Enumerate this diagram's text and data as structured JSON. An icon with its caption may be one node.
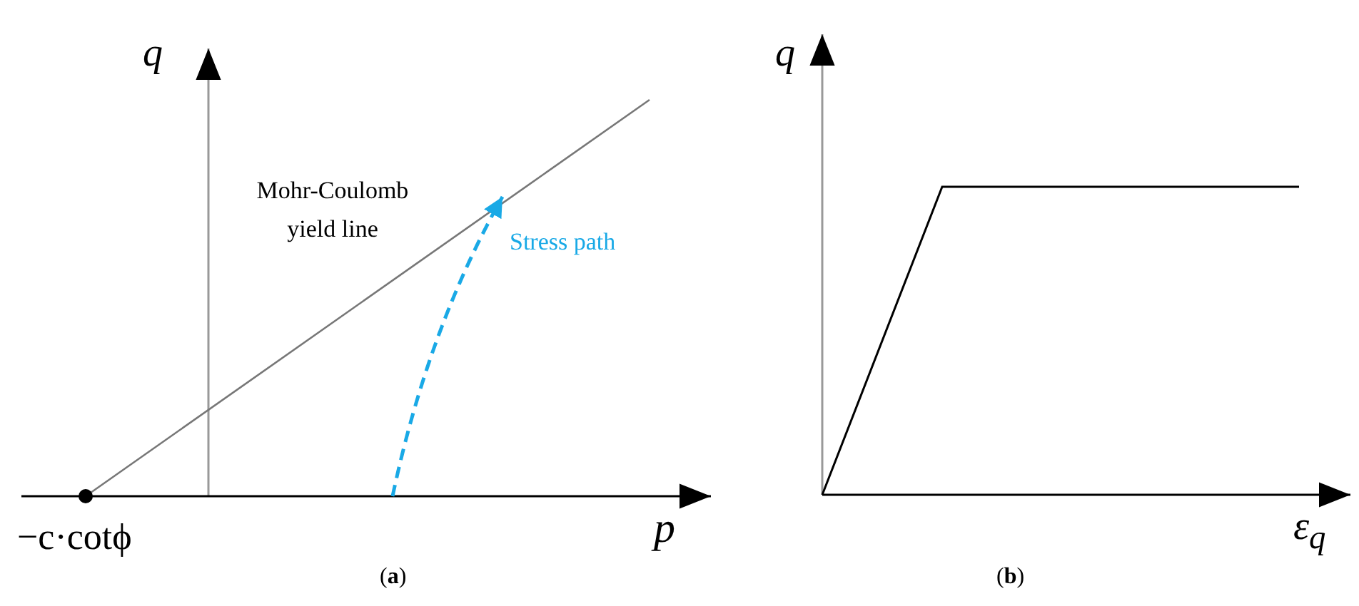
{
  "diagram": {
    "labels": [
      "q",
      "Mohr-Coulomb yield line",
      "Stress path",
      "−c·cotϕ",
      "p",
      "(**a**)",
      "q",
      "ε$_{q}$",
      "(**b**)"
    ]
  }
}
